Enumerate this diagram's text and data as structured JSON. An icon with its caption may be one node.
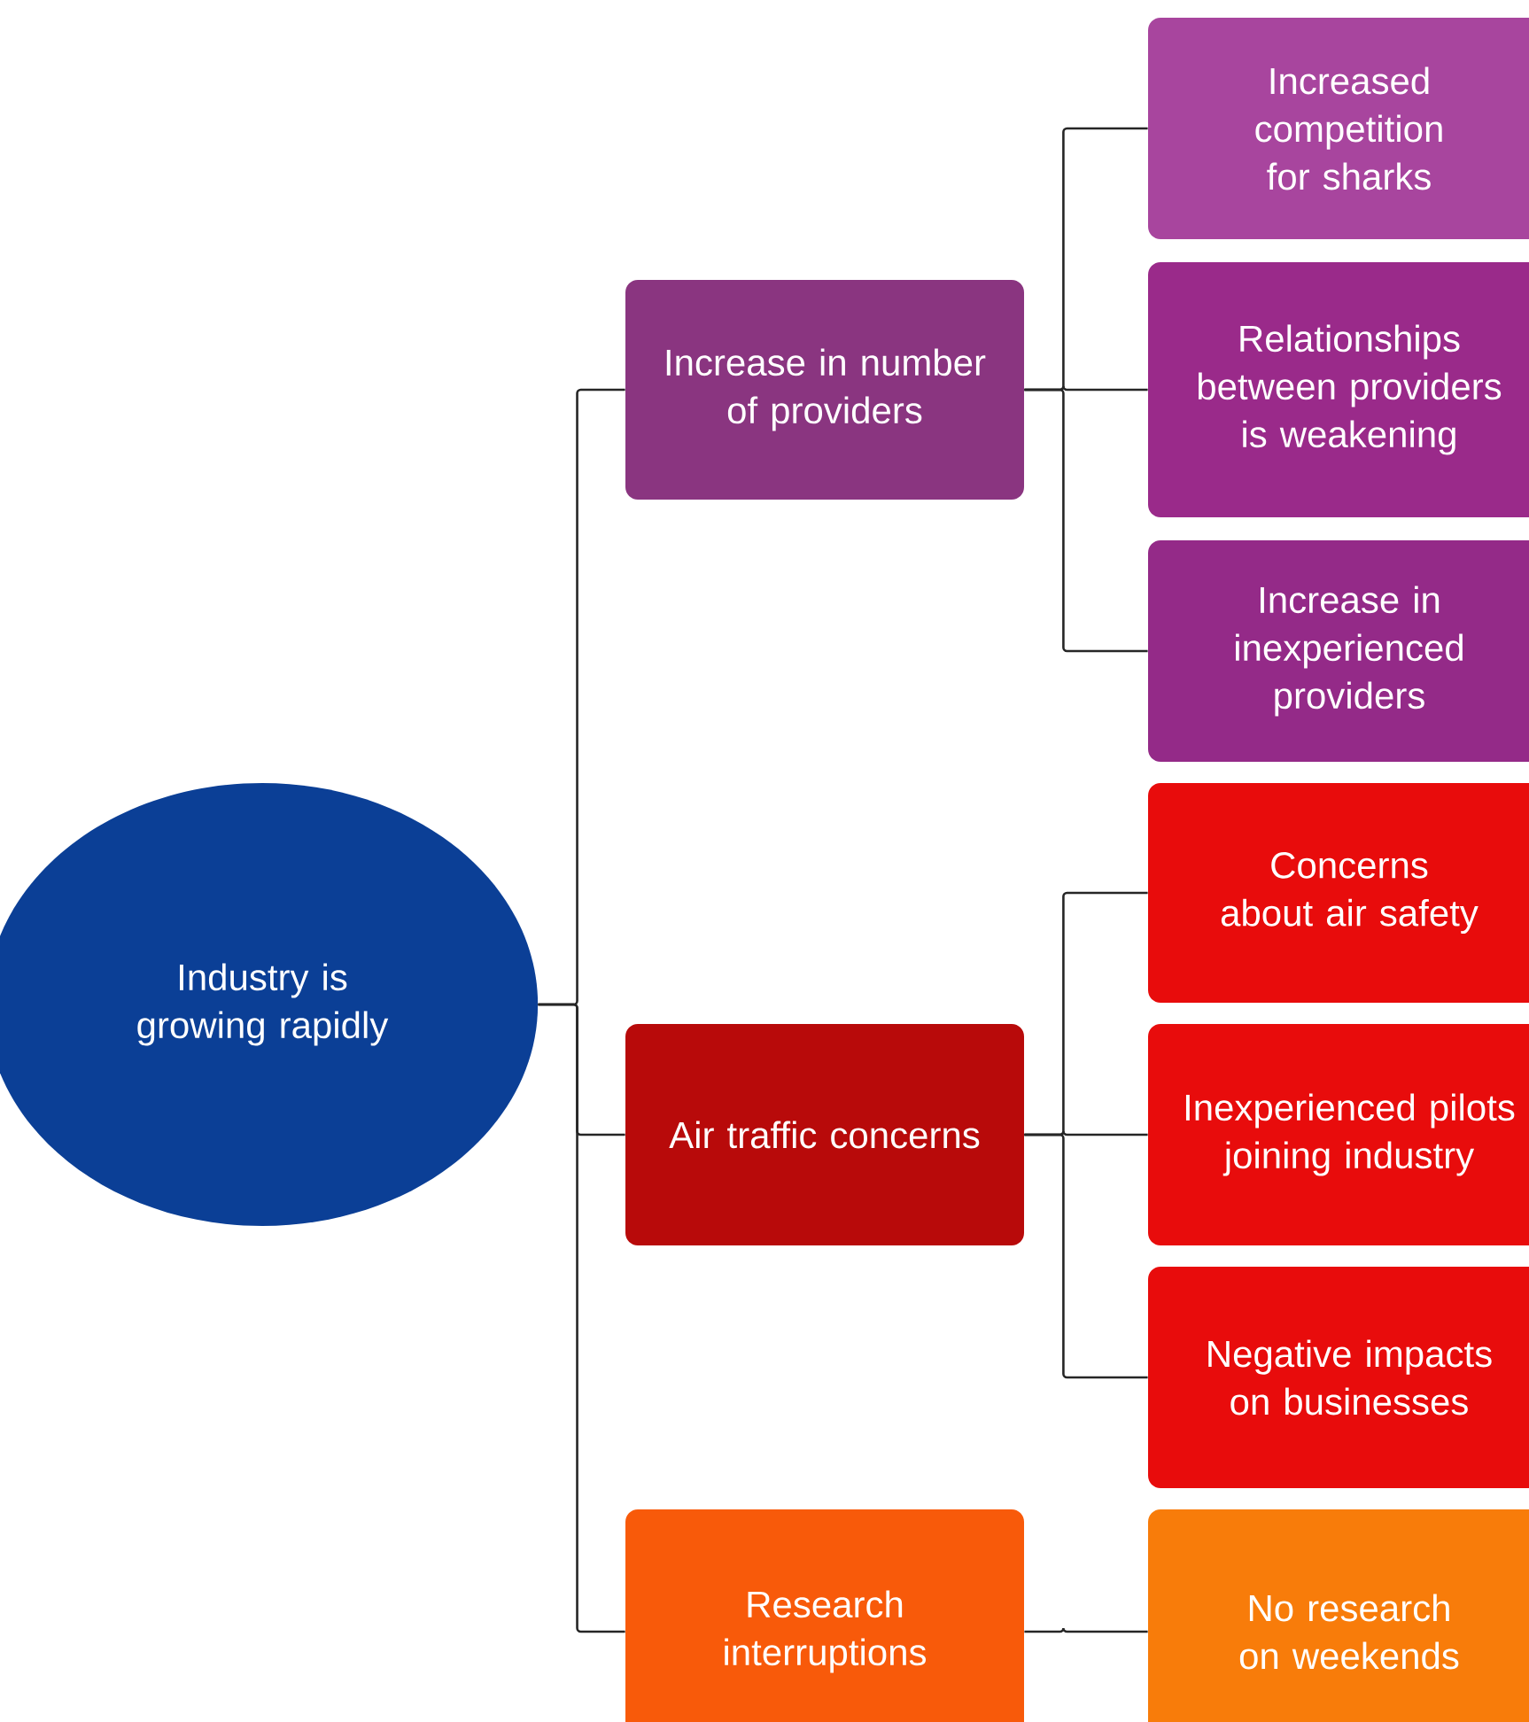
{
  "diagram": {
    "nodes": [
      {
        "text": [
          "Industry is growing rapidly"
        ]
      },
      {
        "text": [
          "Increase in number of providers"
        ]
      },
      {
        "text": [
          "Air traffic concerns"
        ]
      },
      {
        "text": [
          "Research interruptions"
        ]
      },
      {
        "text": [
          "Increased competition for sharks"
        ]
      },
      {
        "text": [
          "Relationships between providers is weakening"
        ]
      },
      {
        "text": [
          "Increase in inexperienced providers"
        ]
      },
      {
        "text": [
          "Concerns about air safety"
        ]
      },
      {
        "text": [
          "Inexperienced pilots joining industry"
        ]
      },
      {
        "text": [
          "Negative impacts on businesses"
        ]
      },
      {
        "text": [
          "No research on weekends"
        ]
      }
    ],
    "edges": [
      {
        "from": 0,
        "to": 1,
        "arrow": "none"
      },
      {
        "from": 0,
        "to": 2,
        "arrow": "none"
      },
      {
        "from": 0,
        "to": 3,
        "arrow": "none"
      },
      {
        "from": 1,
        "to": 4,
        "arrow": "none"
      },
      {
        "from": 1,
        "to": 5,
        "arrow": "none"
      },
      {
        "from": 1,
        "to": 6,
        "arrow": "none"
      },
      {
        "from": 2,
        "to": 7,
        "arrow": "none"
      },
      {
        "from": 2,
        "to": 8,
        "arrow": "none"
      },
      {
        "from": 2,
        "to": 9,
        "arrow": "none"
      },
      {
        "from": 3,
        "to": 10,
        "arrow": "none"
      }
    ]
  }
}
